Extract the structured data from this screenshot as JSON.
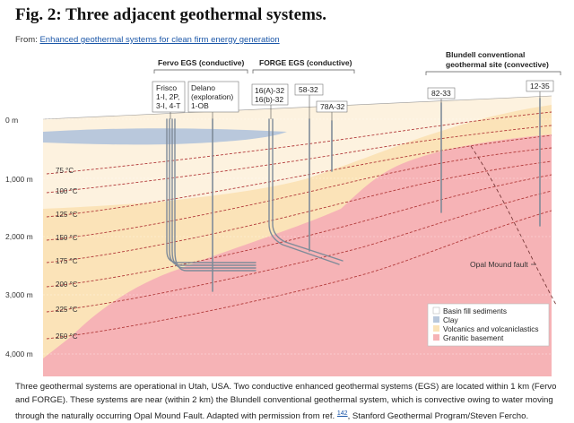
{
  "header": {
    "title": "Fig. 2: Three adjacent geothermal systems.",
    "from_label": "From:",
    "source_link": "Enhanced geothermal systems for clean firm energy generation"
  },
  "sites": {
    "fervo": "Fervo EGS (conductive)",
    "forge": "FORGE EGS (conductive)",
    "blundell_line1": "Blundell conventional",
    "blundell_line2": "geothermal site (convective)"
  },
  "wells": {
    "frisco": [
      "Frisco",
      "1-I, 2P,",
      "3-I, 4-T"
    ],
    "delano": [
      "Delano",
      "(exploration)",
      "1-OB"
    ],
    "forge_a": [
      "16(A)-32",
      "16(b)-32"
    ],
    "forge_58": "58-32",
    "forge_78": "78A-32",
    "blundell_82": "82-33",
    "blundell_12": "12-35"
  },
  "depth_labels": [
    "0 m",
    "1,000 m",
    "2,000 m",
    "3,000 m",
    "4,000 m"
  ],
  "isotherms": [
    "75 °C",
    "100 °C",
    "125 °C",
    "150 °C",
    "175 °C",
    "200 °C",
    "225 °C",
    "250 °C"
  ],
  "fault_label": "Opal Mound fault",
  "legend": [
    {
      "label": "Basin fill sediments",
      "color": "#ffffff"
    },
    {
      "label": "Clay",
      "color": "#b9c8dc"
    },
    {
      "label": "Volcanics and volcaniclastics",
      "color": "#fbe3b8"
    },
    {
      "label": "Granitic basement",
      "color": "#f6b3b6"
    }
  ],
  "caption": {
    "text1": "Three geothermal systems are operational in Utah, USA. Two conductive enhanced geothermal systems (EGS) are located within 1 km (Fervo and FORGE). These systems are near (within 2 km) the Blundell conventional geothermal system, which is convective owing to water moving through the naturally occurring Opal Mound Fault. Adapted with permission from ref.",
    "ref": "142",
    "text2": ", Stanford Geothermal Program/Steven Fercho."
  },
  "colors": {
    "granite": "#f6b3b6",
    "volcanics": "#fbe3b8",
    "clay": "#b9c8dc",
    "isotherm": "#b23a3a",
    "well": "#8e9aa8"
  }
}
